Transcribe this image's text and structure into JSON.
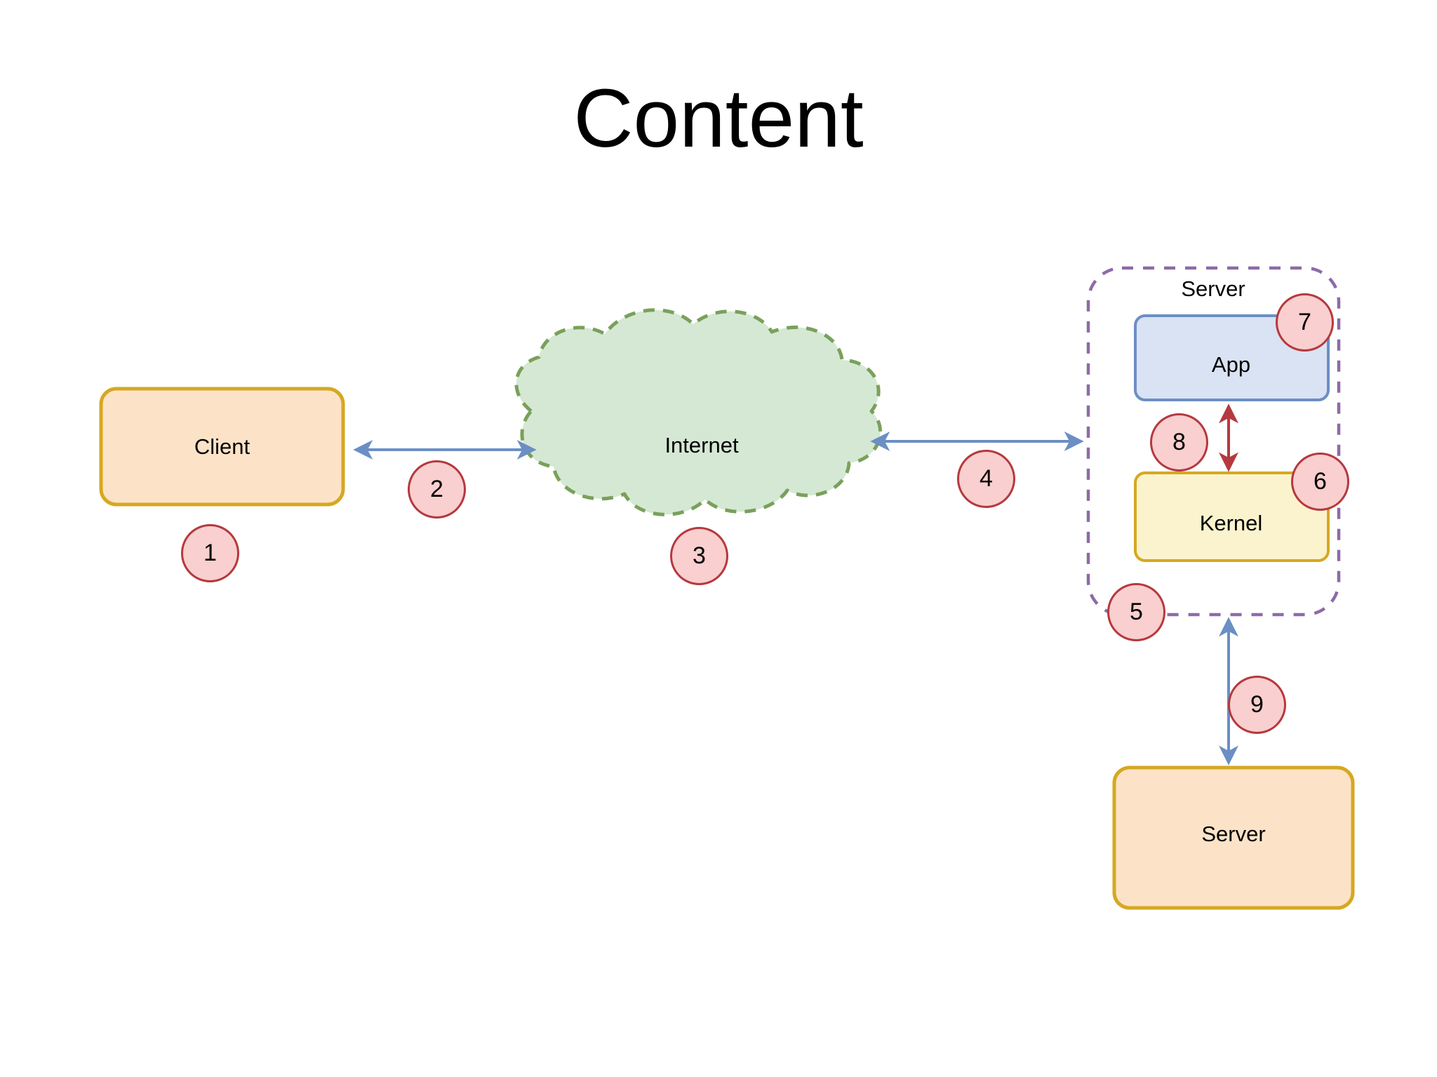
{
  "slide": {
    "title": "Content",
    "background": "#ffffff"
  },
  "nodes": {
    "client": {
      "label": "Client",
      "fill": "#fce3c8",
      "stroke": "#d6a821",
      "shape": "rounded-rectangle"
    },
    "internet": {
      "label": "Internet",
      "fill": "#d5e8d4",
      "stroke": "#7aa05a",
      "shape": "cloud",
      "stroke_style": "dashed"
    },
    "server_group": {
      "label": "Server",
      "fill": "#ffffff",
      "stroke": "#8e6aa8",
      "shape": "rounded-rectangle",
      "stroke_style": "dashed"
    },
    "app": {
      "label": "App",
      "fill": "#dae3f3",
      "stroke": "#6b8fc4",
      "shape": "rounded-rectangle"
    },
    "kernel": {
      "label": "Kernel",
      "fill": "#fbf3cd",
      "stroke": "#d6a821",
      "shape": "rounded-rectangle"
    },
    "server_box": {
      "label": "Server",
      "fill": "#fce3c8",
      "stroke": "#d6a821",
      "shape": "rounded-rectangle"
    }
  },
  "connectors": [
    {
      "name": "client-internet",
      "from": "client",
      "to": "internet",
      "arrows": "both",
      "color": "#6b8fc4"
    },
    {
      "name": "internet-server-group",
      "from": "internet",
      "to": "server_group",
      "arrows": "both",
      "color": "#6b8fc4"
    },
    {
      "name": "app-kernel",
      "from": "app",
      "to": "kernel",
      "arrows": "both",
      "color": "#b5393e"
    },
    {
      "name": "server-group-server-box",
      "from": "server_group",
      "to": "server_box",
      "arrows": "both",
      "color": "#6b8fc4"
    }
  ],
  "badges": [
    {
      "id": "1",
      "label": "1",
      "anchor": "below-client"
    },
    {
      "id": "2",
      "label": "2",
      "anchor": "client-internet-link"
    },
    {
      "id": "3",
      "label": "3",
      "anchor": "below-internet"
    },
    {
      "id": "4",
      "label": "4",
      "anchor": "internet-server-link"
    },
    {
      "id": "5",
      "label": "5",
      "anchor": "server-group-bottom-left"
    },
    {
      "id": "6",
      "label": "6",
      "anchor": "kernel-top-right"
    },
    {
      "id": "7",
      "label": "7",
      "anchor": "app-top-right"
    },
    {
      "id": "8",
      "label": "8",
      "anchor": "app-kernel-link"
    },
    {
      "id": "9",
      "label": "9",
      "anchor": "server-group-server-box-link"
    }
  ],
  "colors": {
    "badge_fill": "#f9cfcf",
    "badge_stroke": "#b5393e",
    "arrow_blue": "#6b8fc4",
    "arrow_red": "#b5393e",
    "orange_fill": "#fce3c8",
    "gold_stroke": "#d6a821",
    "green_fill": "#d5e8d4",
    "green_stroke": "#7aa05a",
    "blue_fill": "#dae3f3",
    "blue_stroke": "#6b8fc4",
    "yellow_fill": "#fbf3cd",
    "purple_stroke": "#8e6aa8"
  }
}
